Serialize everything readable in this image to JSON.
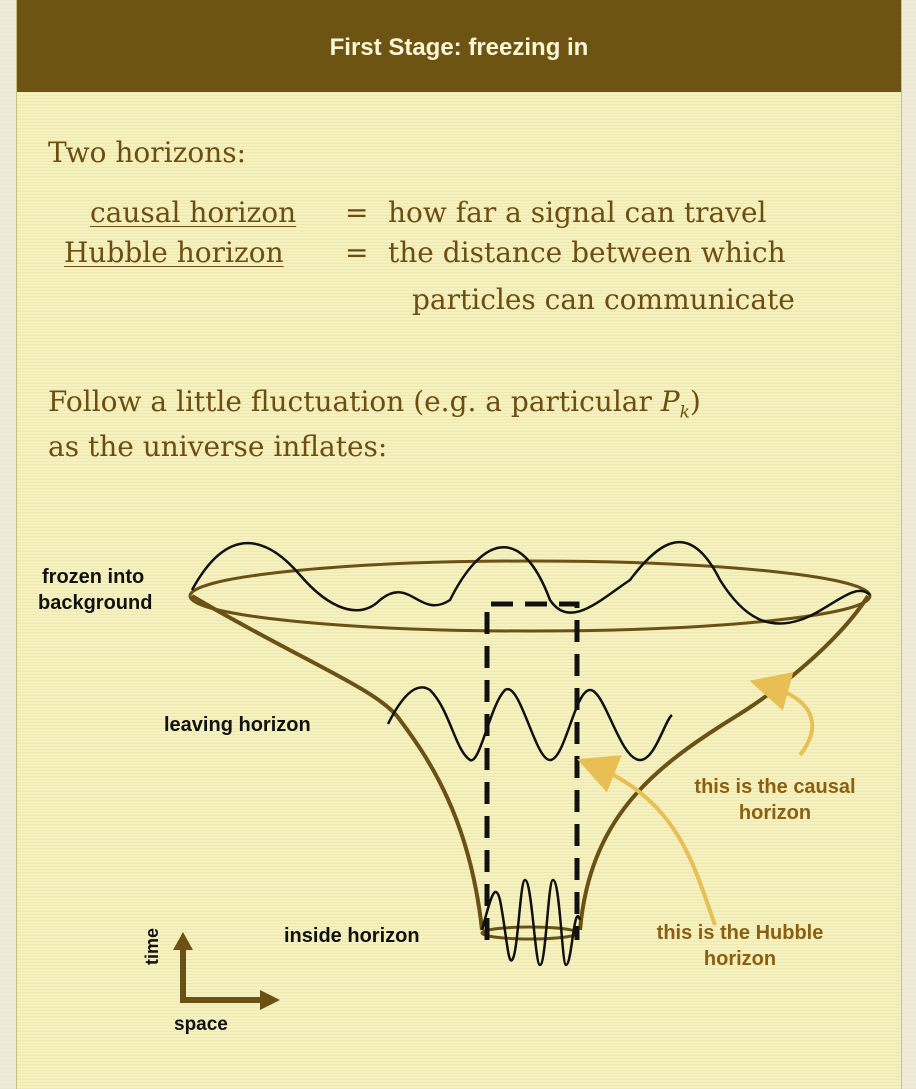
{
  "header": {
    "title": "First Stage:  freezing in"
  },
  "intro": {
    "heading": "Two horizons:"
  },
  "definitions": [
    {
      "term": "causal horizon",
      "eq": "=",
      "text": "how far a signal can travel"
    },
    {
      "term": "Hubble horizon",
      "eq": "=",
      "text_line1": "the distance between which",
      "text_line2": "particles can communicate"
    }
  ],
  "follow": {
    "line1_before": "Follow a little fluctuation (e.g. a particular ",
    "symbol": "P",
    "subscript": "k",
    "line1_after": ")",
    "line2": "as the universe inflates:"
  },
  "diagram_labels": {
    "frozen_line1": "frozen into",
    "frozen_line2": "background",
    "leaving": "leaving horizon",
    "inside": "inside horizon",
    "causal_line1": "this is the causal",
    "causal_line2": "horizon",
    "hubble_line1": "this is the Hubble",
    "hubble_line2": "horizon",
    "axis_time": "time",
    "axis_space": "space"
  },
  "colors": {
    "header_bg": "#6e5412",
    "text_brown": "#6d4d10",
    "funnel": "#6b5214",
    "arrow_gold": "#e8bf55"
  }
}
